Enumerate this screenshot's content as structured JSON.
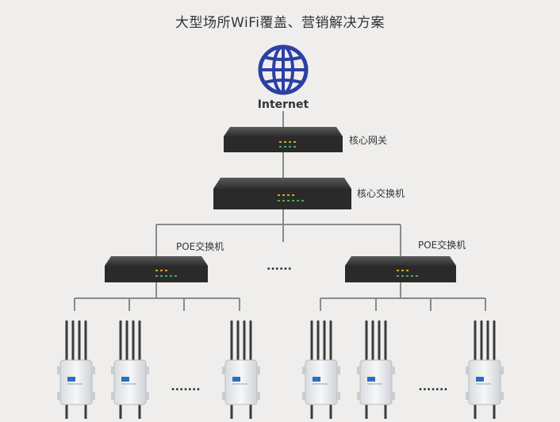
{
  "title": "大型场所WiFi覆盖、营销解决方案",
  "nodes": {
    "internet": "Internet",
    "core_gateway": "核心网关",
    "core_switch": "核心交换机",
    "poe_switch_left": "POE交换机",
    "poe_switch_right": "POE交换机",
    "ellipsis_mid": "......",
    "ellipsis_ap_left": ".......",
    "ellipsis_ap_right": "......."
  },
  "colors": {
    "background": "#efeeec",
    "globe": "#2d3fa5",
    "device_body": "#3a3a3a",
    "device_face": "#222222",
    "led": "#d9a531",
    "line": "#8a8a8a",
    "ap_body": "#e6e8ea",
    "ap_badge": "#2a6fc4"
  },
  "icons": [
    "globe-icon",
    "gateway-device-icon",
    "switch-device-icon",
    "access-point-icon"
  ]
}
